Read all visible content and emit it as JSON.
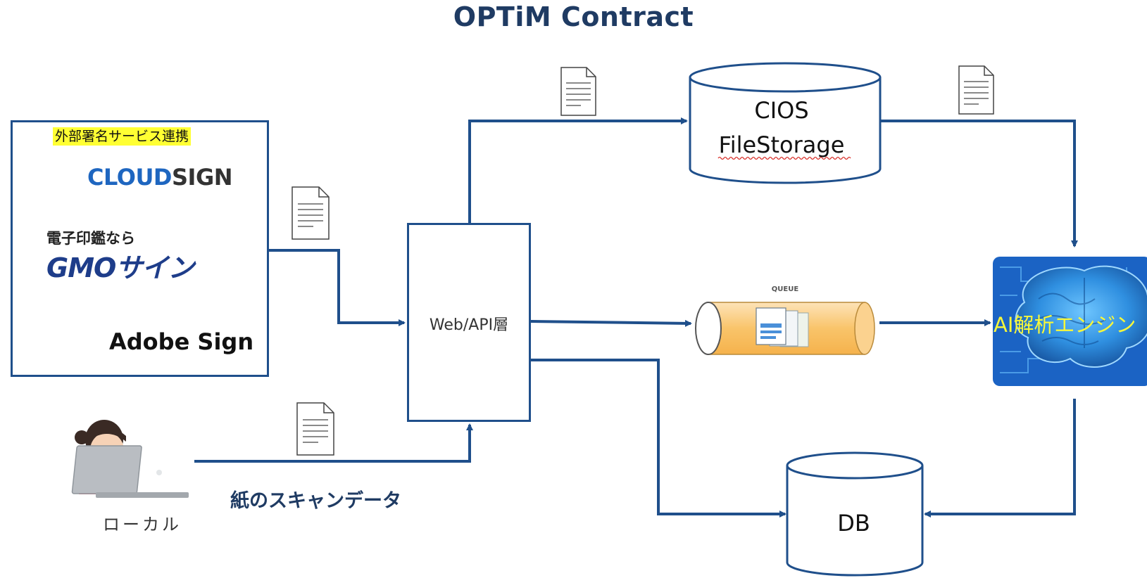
{
  "title": "OPTiM Contract",
  "external_sign": {
    "heading": "外部署名サービス連携",
    "cloudsign_a": "CLOUD",
    "cloudsign_b": "SIGN",
    "gmo_sub": "電子印鑑なら",
    "gmo_main": "GMOサイン",
    "adobe": "Adobe Sign"
  },
  "nodes": {
    "webapi": "Web/API層",
    "cios_line1": "CIOS",
    "cios_line2": "FileStorage",
    "queue": "QUEUE",
    "ai": "AI解析エンジン",
    "db": "DB"
  },
  "local": {
    "scan_label": "紙のスキャンデータ",
    "local_label": "ローカル"
  },
  "colors": {
    "arrow": "#1f4f8b",
    "title": "#1f3b63",
    "highlight": "#ffff33",
    "ai_text": "#f7f73a"
  }
}
